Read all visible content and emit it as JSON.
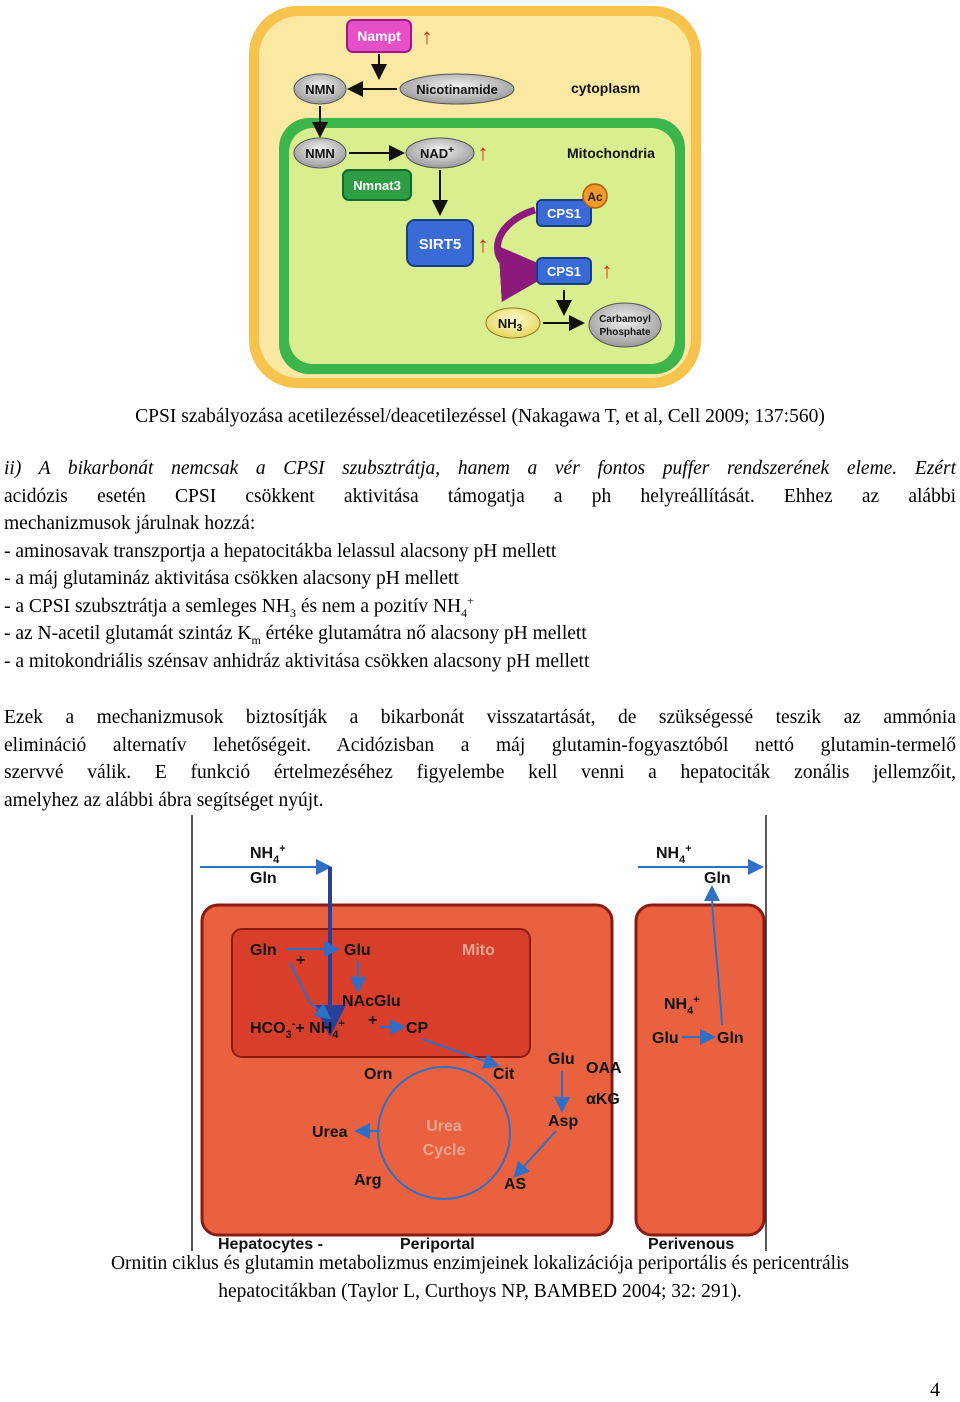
{
  "figure1": {
    "labels": {
      "nampt": "Nampt",
      "nmn_cyto": "NMN",
      "nicotinamide": "Nicotinamide",
      "cytoplasm": "cytoplasm",
      "nmn_mito": "NMN",
      "nad": "NAD",
      "nad_sup": "+",
      "mitochondria": "Mitochondria",
      "nmnat3": "Nmnat3",
      "ac": "Ac",
      "cps1_top": "CPS1",
      "sirt5": "SIRT5",
      "cps1_bottom": "CPS1",
      "nh3": "NH",
      "nh3_sub": "3",
      "carbamoyl_1": "Carbamoyl",
      "carbamoyl_2": "Phosphate"
    },
    "colors": {
      "cell_outer": "#f7c34c",
      "cell_inner": "#fbe8a3",
      "mito_outer": "#3cb54a",
      "mito_inner": "#d9ef8f",
      "nampt": "#e64fc8",
      "nmnat3": "#2e9e45",
      "sirt5": "#3a6ad6",
      "cps1": "#3a6ad6",
      "ac": "#f49a2a",
      "arc": "#8c1a7a",
      "up_arrow": "#e32019"
    }
  },
  "caption1": "CPSI szabályozása acetilezéssel/deacetilezéssel (Nakagawa T, et al, Cell 2009; 137:560)",
  "paragraph1": {
    "line1": "ii) A bikarbonát nemcsak a CPSI szubsztrátja, hanem a vér fontos puffer rendszerének eleme. Ezért",
    "line2": "acidózis esetén CPSI csökkent aktivitása támogatja a ph helyreállítását. Ehhez az alábbi",
    "line3": "mechanizmusok járulnak hozzá:",
    "item1": "- aminosavak transzportja a hepatocitákba lelassul alacsony pH mellett",
    "item2": "- a máj glutamináz aktivitása csökken alacsony pH mellett",
    "item3_a": "- a CPSI szubsztrátja a semleges NH",
    "item3_sub": "3",
    "item3_b": " és nem a pozitív NH",
    "item3_sub2": "4",
    "item3_sup": "+",
    "item4_a": "- az N-acetil glutamát szintáz K",
    "item4_sub": "m",
    "item4_b": " értéke glutamátra nő alacsony pH mellett",
    "item5": "- a mitokondriális szénsav anhidráz aktivitása csökken alacsony pH mellett"
  },
  "paragraph2": {
    "line1": "Ezek a mechanizmusok biztosítják a bikarbonát visszatartását, de szükségessé teszik az ammónia",
    "line2": "elimináció alternatív lehetőségeit. Acidózisban a máj glutamin-fogyasztóból nettó glutamin-termelő",
    "line3": "szervvé válik. E funkció értelmezéséhez figyelembe kell venni a hepatociták zonális jellemzőit,",
    "line4": "amelyhez az alábbi ábra segítséget nyújt."
  },
  "figure2": {
    "labels": {
      "nh4_left": "NH",
      "nh4_left_sub": "4",
      "nh4_left_sup": "+",
      "gln_left": "Gln",
      "nh4_right": "NH",
      "nh4_right_sub": "4",
      "nh4_right_sup": "+",
      "gln_right": "Gln",
      "gln_mito": "Gln",
      "glu_mito": "Glu",
      "mito": "Mito",
      "plus_1": "+",
      "nacglu": "NAcGlu",
      "plus_2": "+",
      "hco3": "HCO",
      "hco3_sub": "3",
      "hco3_sup": "-",
      "plus_hco": "+ NH",
      "nh4_mid_sub": "4",
      "nh4_mid_sup": "+",
      "cp": "CP",
      "orn": "Orn",
      "cit": "Cit",
      "glu_mid": "Glu",
      "oaa": "OAA",
      "akg": "αKG",
      "asp": "Asp",
      "urea": "Urea",
      "urea_cycle_1": "Urea",
      "urea_cycle_2": "Cycle",
      "arg": "Arg",
      "as": "AS",
      "nh4_peri": "NH",
      "nh4_peri_sub": "4",
      "nh4_peri_sup": "+",
      "glu_peri": "Glu",
      "gln_peri": "Gln",
      "footer_left": "Hepatocytes -",
      "footer_mid": "Periportal",
      "footer_right": "Perivenous"
    },
    "colors": {
      "cell": "#e9613f",
      "cell_border": "#8b1a10",
      "mito": "#d93e2a",
      "arrow": "#2f6fc6",
      "arrow_dark": "#2a3f9a",
      "text_light": "#e9a694"
    }
  },
  "caption2": {
    "line1": "Ornitin ciklus és glutamin metabolizmus enzimjeinek lokalizációja periportális és pericentrális",
    "line2": "hepatocitákban (Taylor L, Curthoys NP, BAMBED 2004; 32: 291)."
  },
  "page_number": "4"
}
